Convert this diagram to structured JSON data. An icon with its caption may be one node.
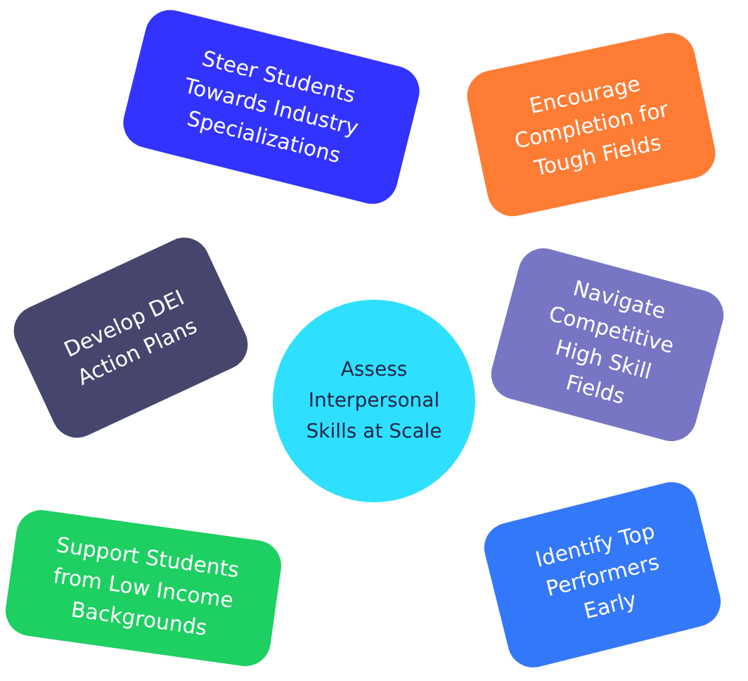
{
  "diagram": {
    "nodes": [
      {
        "text": [
          "Steer Students Towards Industry Specializations"
        ]
      },
      {
        "text": [
          "Encourage Completion for Tough Fields"
        ]
      },
      {
        "text": [
          "Develop DEI Action Plans"
        ]
      },
      {
        "text": [
          "Navigate Competitive High Skill Fields"
        ]
      },
      {
        "text": [
          "Assess Interpersonal Skills at Scale"
        ]
      },
      {
        "text": [
          "Support Students from Low Income Backgrounds"
        ]
      },
      {
        "text": [
          "Identify Top Performers Early"
        ]
      }
    ]
  }
}
